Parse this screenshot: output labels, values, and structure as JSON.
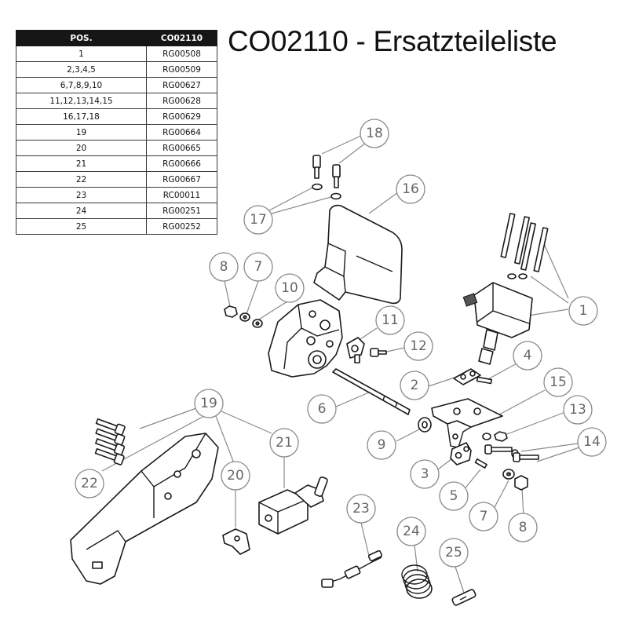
{
  "title": "CO02110 - Ersatzteileliste",
  "table": {
    "headers": [
      "POS.",
      "CO02110"
    ],
    "rows": [
      [
        "1",
        "RG00508"
      ],
      [
        "2,3,4,5",
        "RG00509"
      ],
      [
        "6,7,8,9,10",
        "RG00627"
      ],
      [
        "11,12,13,14,15",
        "RG00628"
      ],
      [
        "16,17,18",
        "RG00629"
      ],
      [
        "19",
        "RG00664"
      ],
      [
        "20",
        "RG00665"
      ],
      [
        "21",
        "RG00666"
      ],
      [
        "22",
        "RG00667"
      ],
      [
        "23",
        "RC00011"
      ],
      [
        "24",
        "RG00251"
      ],
      [
        "25",
        "RG00252"
      ]
    ]
  },
  "callouts": {
    "c18": "18",
    "c16": "16",
    "c17": "17",
    "c8a": "8",
    "c7a": "7",
    "c10": "10",
    "c11": "11",
    "c12": "12",
    "c1": "1",
    "c4": "4",
    "c2": "2",
    "c15": "15",
    "c6": "6",
    "c13": "13",
    "c9": "9",
    "c14": "14",
    "c3": "3",
    "c5": "5",
    "c7b": "7",
    "c8b": "8",
    "c19": "19",
    "c21": "21",
    "c22": "22",
    "c20": "20",
    "c23": "23",
    "c24": "24",
    "c25": "25"
  }
}
